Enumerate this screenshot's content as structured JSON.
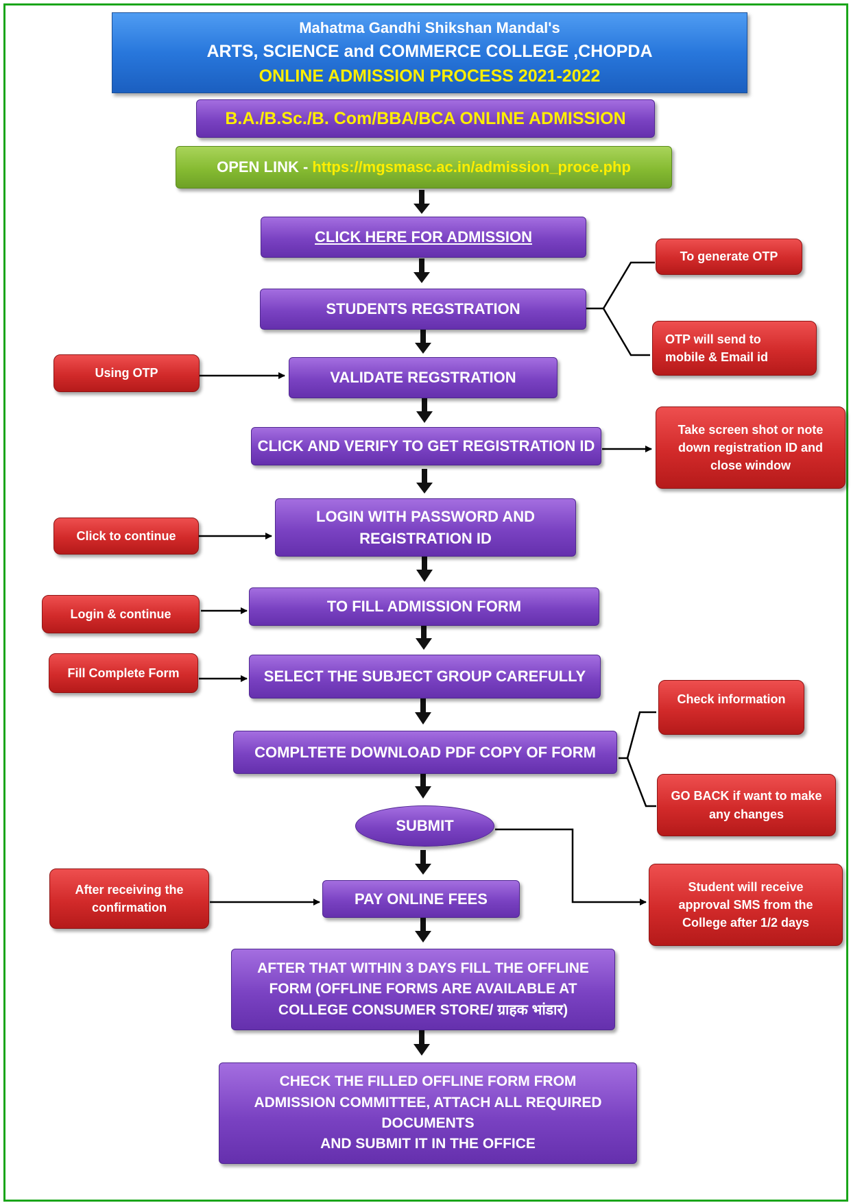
{
  "header": {
    "line1": "Mahatma Gandhi Shikshan Mandal's",
    "line2": "ARTS, SCIENCE and COMMERCE COLLEGE ,CHOPDA",
    "line3": "ONLINE ADMISSION PROCESS 2021-2022"
  },
  "subtitle": "B.A./B.Sc./B. Com/BBA/BCA ONLINE ADMISSION",
  "open_link": {
    "label": "OPEN LINK -",
    "url": "https://mgsmasc.ac.in/admission_proce.php"
  },
  "steps": {
    "click_here": "CLICK HERE FOR ADMISSION",
    "registration": "STUDENTS REGSTRATION",
    "validate": "VALIDATE  REGSTRATION",
    "verify": "CLICK AND VERIFY TO GET  REGISTRATION ID",
    "login": "LOGIN WITH PASSWORD AND\nREGISTRATION ID",
    "fill_form": "TO FILL ADMISSION FORM",
    "select_subject": "SELECT THE SUBJECT GROUP  CAREFULLY",
    "download_pdf": "COMPLTETE DOWNLOAD PDF COPY  OF FORM",
    "submit": "SUBMIT",
    "pay_fees": "PAY ONLINE FEES",
    "offline_form": "AFTER THAT WITHIN 3 DAYS FILL THE OFFLINE\nFORM (OFFLINE FORMS ARE AVAILABLE AT\nCOLLEGE CONSUMER STORE/ ग्राहक  भांडार)",
    "check_offline": "CHECK THE FILLED OFFLINE FORM FROM\nADMISSION COMMITTEE, ATTACH ALL REQUIRED\nDOCUMENTS\nAND SUBMIT IT IN THE OFFICE"
  },
  "notes": {
    "generate_otp": "To generate OTP",
    "otp_send": "OTP will send to\nmobile & Email id",
    "using_otp": "Using OTP",
    "screenshot": "Take screen shot or note\ndown registration ID and\nclose window",
    "click_continue": "Click to continue",
    "login_continue": "Login & continue",
    "fill_complete": "Fill Complete Form",
    "check_info": "Check information",
    "go_back": "GO BACK if want to make\nany changes",
    "after_receiving": "After receiving the\nconfirmation",
    "student_receive": "Student will receive\napproval SMS from the\nCollege after 1/2 days"
  },
  "colors": {
    "frame": "#1aa51a",
    "step_purple": "#7a42c2",
    "note_red": "#d22a2a",
    "header_blue": "#2877dc",
    "link_green": "#86bb32",
    "highlight_yellow": "#ffee00"
  }
}
